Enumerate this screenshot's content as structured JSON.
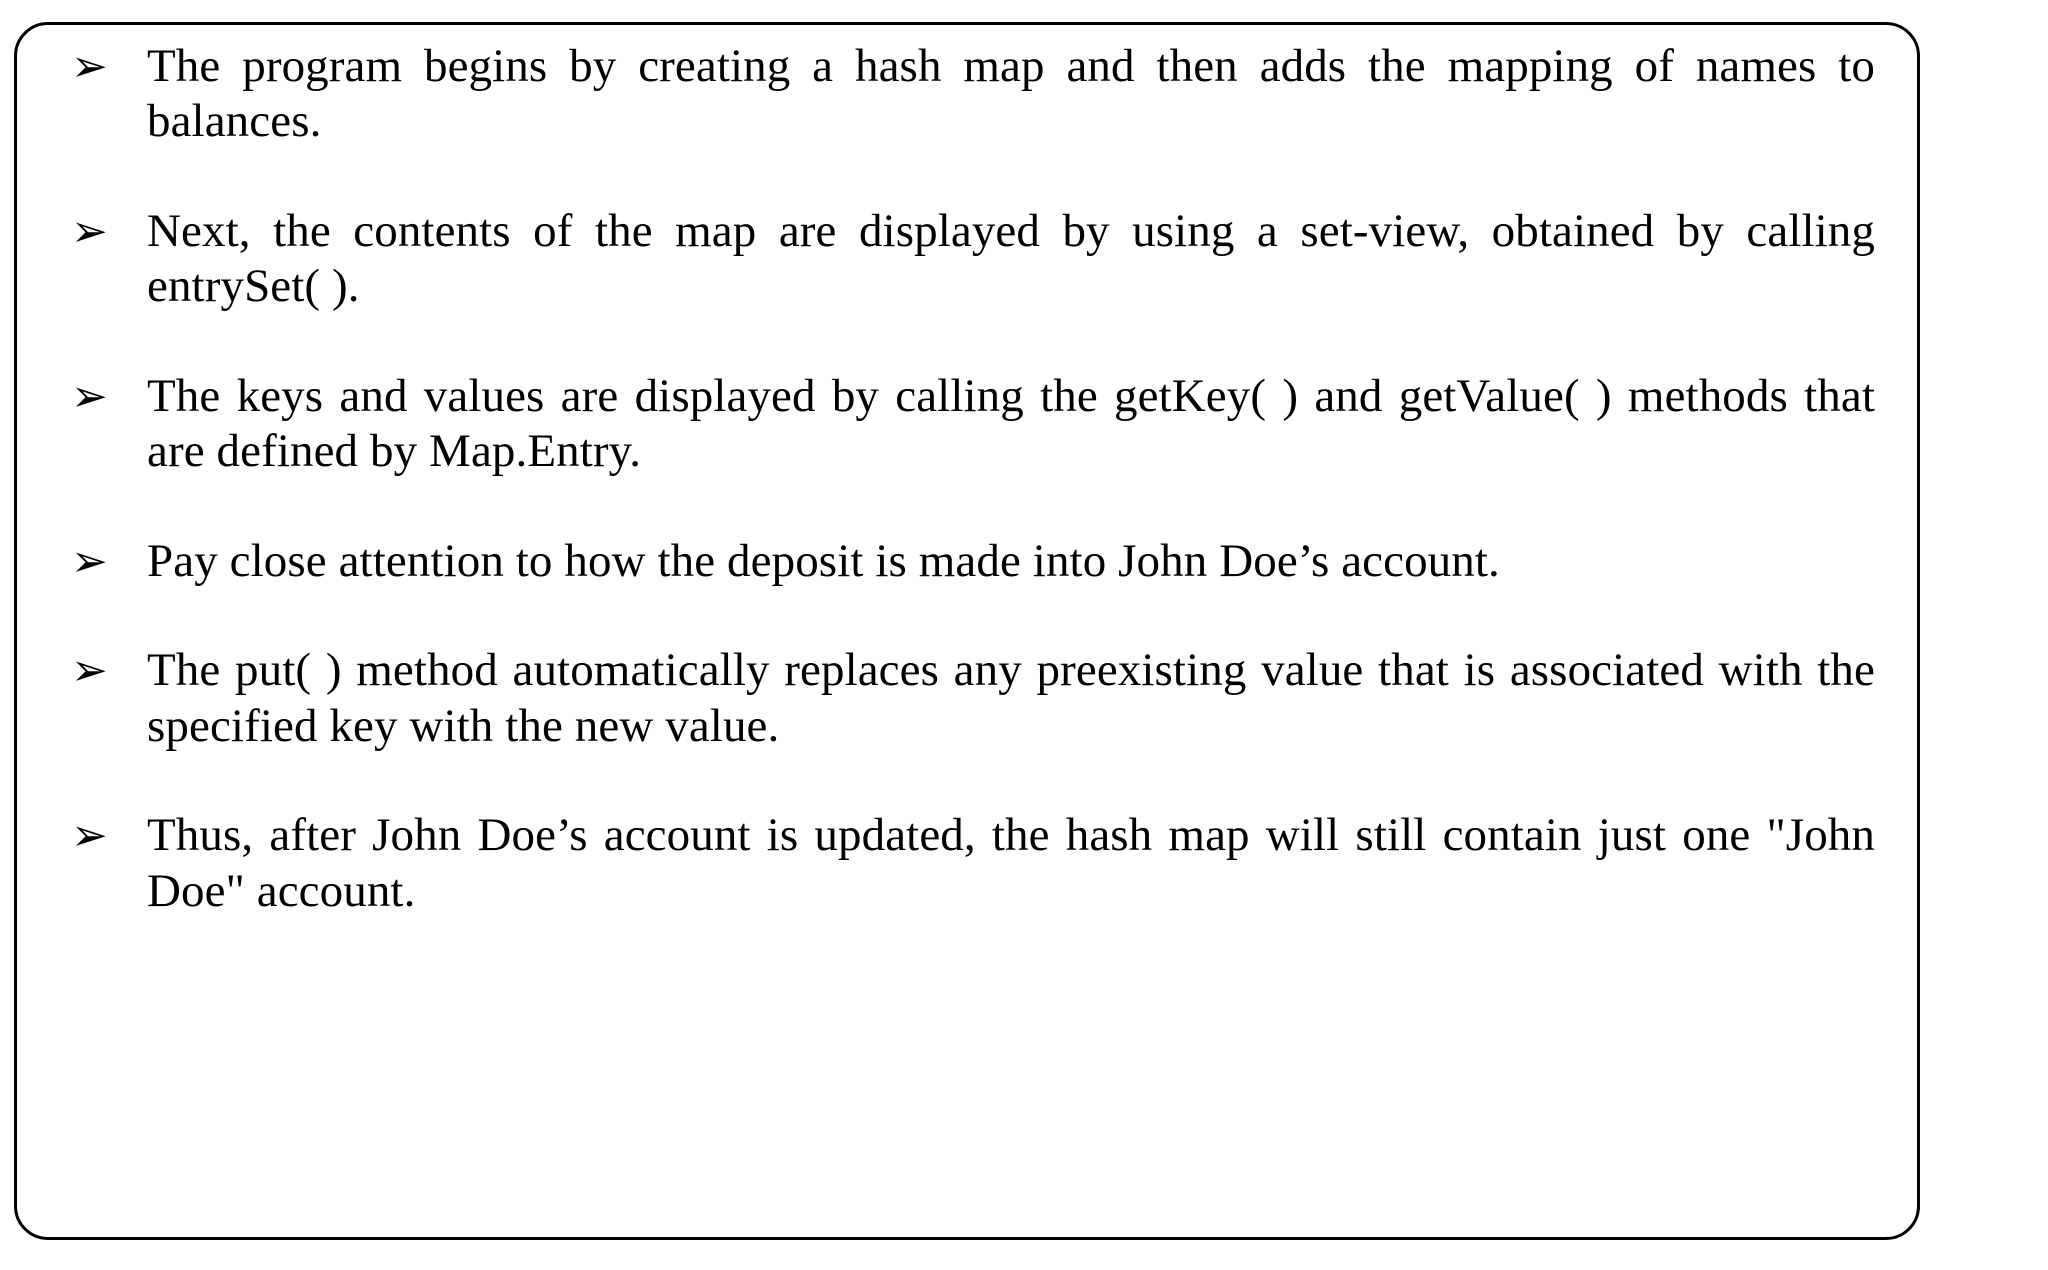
{
  "slide": {
    "frame": {
      "shape": "rounded-rectangle",
      "border_color": "#000000",
      "background_color": "#FFFFFF"
    },
    "text_color": "#000000",
    "bullet_marker": "➢",
    "bullet_marker_name": "arrowhead-bullet-icon",
    "bullets": [
      {
        "text": "The program begins by creating a hash map and then adds the mapping of names to balances.",
        "justified": true,
        "lines": [
          "The program begins by creating a hash map and then adds the mapping of",
          "names to balances."
        ]
      },
      {
        "text": "Next, the contents of the map are displayed by using a set-view, obtained by calling entrySet( ).",
        "justified": true,
        "lines": [
          "Next, the contents of the map are displayed by using a set-view, obtained",
          "by calling entrySet( )."
        ]
      },
      {
        "text": "The keys and values are displayed by calling the getKey( ) and getValue( ) methods that are defined by Map.Entry.",
        "justified": true,
        "lines": [
          "The keys and values are displayed by calling the getKey( ) and getValue( )",
          "methods that are defined by Map.Entry."
        ]
      },
      {
        "text": "Pay close attention to how the deposit is made into John Doe’s account.",
        "justified": false,
        "lines": [
          "Pay close attention to how the deposit is made into John Doe’s account."
        ]
      },
      {
        "text": "The put( ) method automatically replaces any preexisting value that is associated with the specified key with the new value.",
        "justified": true,
        "lines": [
          "The put( ) method automatically replaces any preexisting value that is",
          "associated with the specified key with the new value."
        ]
      },
      {
        "text": "Thus, after John Doe’s account is updated, the hash map will still contain just one \"John Doe\" account.",
        "justified": true,
        "lines": [
          "Thus, after John Doe’s account is updated, the hash map will still contain",
          "just one \"John Doe\" account."
        ]
      }
    ]
  }
}
